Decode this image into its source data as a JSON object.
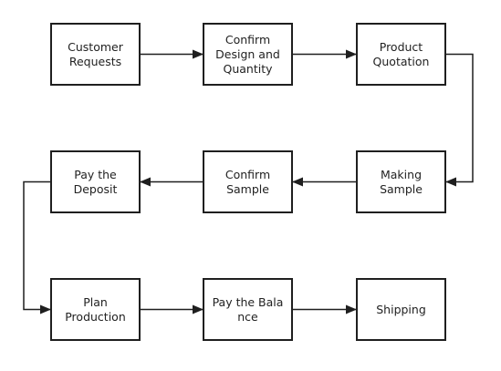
{
  "diagram": {
    "nodes": [
      {
        "id": "n1",
        "label": "Customer\nRequests"
      },
      {
        "id": "n2",
        "label": "Confirm\nDesign and\nQuantity"
      },
      {
        "id": "n3",
        "label": "Product\nQuotation"
      },
      {
        "id": "n4",
        "label": "Making\nSample"
      },
      {
        "id": "n5",
        "label": "Confirm\nSample"
      },
      {
        "id": "n6",
        "label": "Pay the\nDeposit"
      },
      {
        "id": "n7",
        "label": "Plan\nProduction"
      },
      {
        "id": "n8",
        "label": "Pay the Bala\nnce"
      },
      {
        "id": "n9",
        "label": "Shipping"
      }
    ],
    "edges": [
      {
        "from": "n1",
        "to": "n2"
      },
      {
        "from": "n2",
        "to": "n3"
      },
      {
        "from": "n3",
        "to": "n4"
      },
      {
        "from": "n4",
        "to": "n5"
      },
      {
        "from": "n5",
        "to": "n6"
      },
      {
        "from": "n6",
        "to": "n7"
      },
      {
        "from": "n7",
        "to": "n8"
      },
      {
        "from": "n8",
        "to": "n9"
      }
    ],
    "colors": {
      "line": "#1f1f1f",
      "text": "#222222",
      "background": "#ffffff"
    }
  }
}
